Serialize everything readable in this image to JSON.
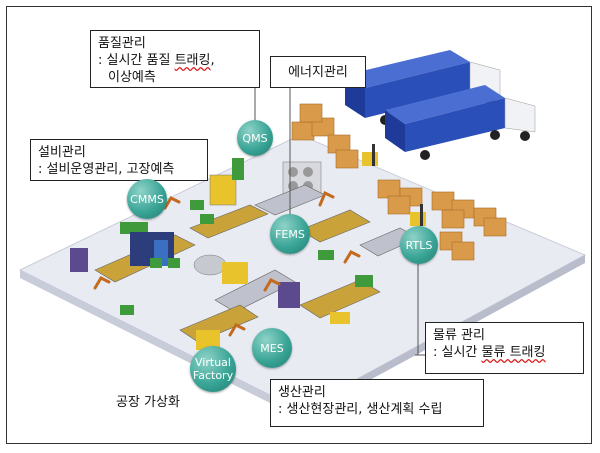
{
  "callouts": {
    "quality": {
      "title": "품질관리",
      "desc_prefix": ": 실시간 품질 ",
      "desc_underlined": "트래킹",
      "desc_suffix": ",",
      "line2": "이상예측"
    },
    "equipment": {
      "title": "설비관리",
      "desc": ": 설비운영관리, 고장예측"
    },
    "energy": {
      "title": "에너지관리"
    },
    "logistics": {
      "title": "물류 관리",
      "desc_prefix": ": 실시간 ",
      "desc_underlined": "물류 트래킹"
    },
    "production": {
      "title": "생산관리",
      "desc": ": 생산현장관리, 생산계획 수립"
    },
    "virtualization": {
      "title": "공장 가상화"
    }
  },
  "nodes": {
    "qms": "QMS",
    "cmms": "CMMS",
    "fems": "FEMS",
    "rtls": "RTLS",
    "mes": "MES",
    "vf_line1": "Virtual",
    "vf_line2": "Factory"
  },
  "colors": {
    "floor": "#e9ebf3",
    "node": "#3aa596",
    "truck": "#2b4fb8",
    "box": "#d99a4a",
    "machine_green": "#3e9a3a",
    "machine_yellow": "#e8c32c",
    "machine_purple": "#5b4a8e"
  }
}
